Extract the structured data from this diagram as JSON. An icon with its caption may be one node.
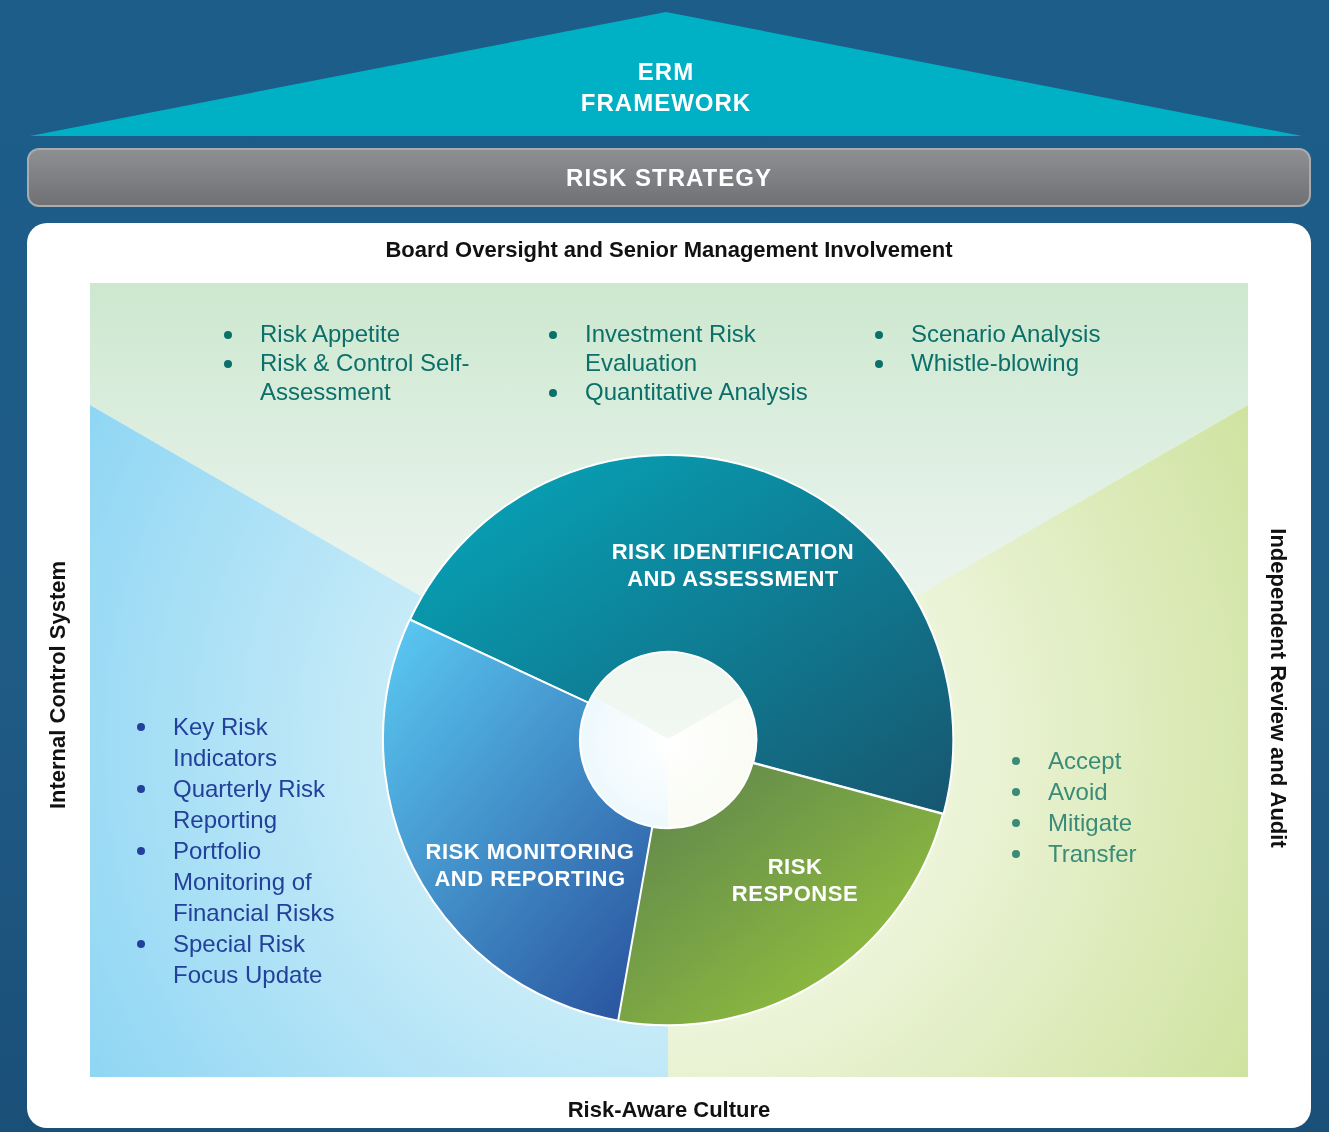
{
  "diagram": {
    "nodes": [
      {
        "text": [
          "ERM FRAMEWORK"
        ]
      },
      {
        "text": [
          "RISK STRATEGY"
        ]
      },
      {
        "text": [
          "Board Oversight and Senior Management Involvement",
          "Internal Control System",
          "Independent Review and Audit",
          "Risk-Aware Culture"
        ]
      },
      {
        "text": [
          "Risk Appetite",
          "Risk & Control Self-Assessment",
          "Investment Risk Evaluation",
          "Quantitative Analysis",
          "Scenario Analysis",
          "Whistle-blowing"
        ],
        "in": 2
      },
      {
        "text": [
          "Key Risk Indicators",
          "Quarterly Risk Reporting",
          "Portfolio Monitoring of Financial Risks",
          "Special Risk Focus Update"
        ],
        "in": 2
      },
      {
        "text": [
          "Accept",
          "Avoid",
          "Mitigate",
          "Transfer"
        ],
        "in": 2
      },
      {
        "text": [
          "RISK IDENTIFICATION AND ASSESSMENT"
        ],
        "in": 2
      },
      {
        "text": [
          "RISK RESPONSE"
        ],
        "in": 2
      },
      {
        "text": [
          "RISK MONITORING AND REPORTING"
        ],
        "in": 2
      }
    ],
    "edges": []
  }
}
